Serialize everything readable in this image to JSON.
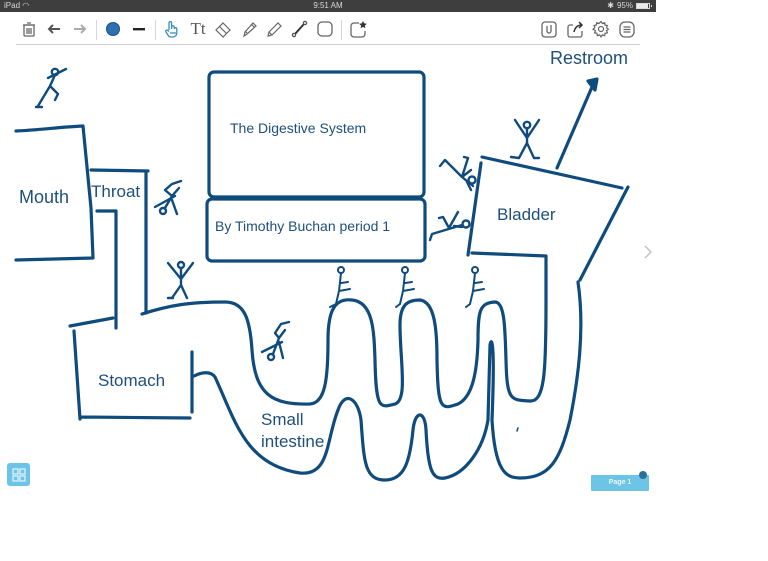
{
  "statusbar": {
    "device": "iPad",
    "time": "9:51 AM",
    "battery": "95%",
    "battery_level": 0.95
  },
  "toolbar": {
    "left_tools": [
      {
        "name": "trash",
        "icon": "trash-icon"
      },
      {
        "name": "undo",
        "icon": "undo-icon"
      },
      {
        "name": "redo",
        "icon": "redo-icon"
      },
      {
        "name": "color",
        "icon": "color-dot-icon",
        "color": "#2f6fb0"
      },
      {
        "name": "stroke-width",
        "icon": "line-width-icon"
      },
      {
        "name": "hand",
        "icon": "hand-pointer-icon"
      },
      {
        "name": "text",
        "icon": "text-icon",
        "label": "Tt"
      },
      {
        "name": "eraser",
        "icon": "eraser-icon"
      },
      {
        "name": "marker",
        "icon": "marker-icon"
      },
      {
        "name": "pencil",
        "icon": "pencil-icon"
      },
      {
        "name": "line",
        "icon": "line-tool-icon"
      },
      {
        "name": "shape",
        "icon": "shape-icon"
      },
      {
        "name": "stamp",
        "icon": "stamp-star-icon"
      }
    ],
    "right_tools": [
      {
        "name": "clip",
        "icon": "paperclip-icon"
      },
      {
        "name": "share",
        "icon": "share-icon"
      },
      {
        "name": "settings",
        "icon": "gear-icon"
      },
      {
        "name": "menu",
        "icon": "menu-list-icon"
      }
    ]
  },
  "drawing": {
    "ink_color": "#0f4b7c",
    "labels": {
      "title": "The Digestive System",
      "author": "By Timothy Buchan period 1",
      "mouth": "Mouth",
      "throat": "Throat",
      "stomach": "Stomach",
      "small_intestine_1": "Small",
      "small_intestine_2": "intestine",
      "bladder": "Bladder",
      "restroom": "Restroom"
    }
  },
  "page": {
    "label": "Page 1",
    "accent": "#6cc4e6"
  }
}
